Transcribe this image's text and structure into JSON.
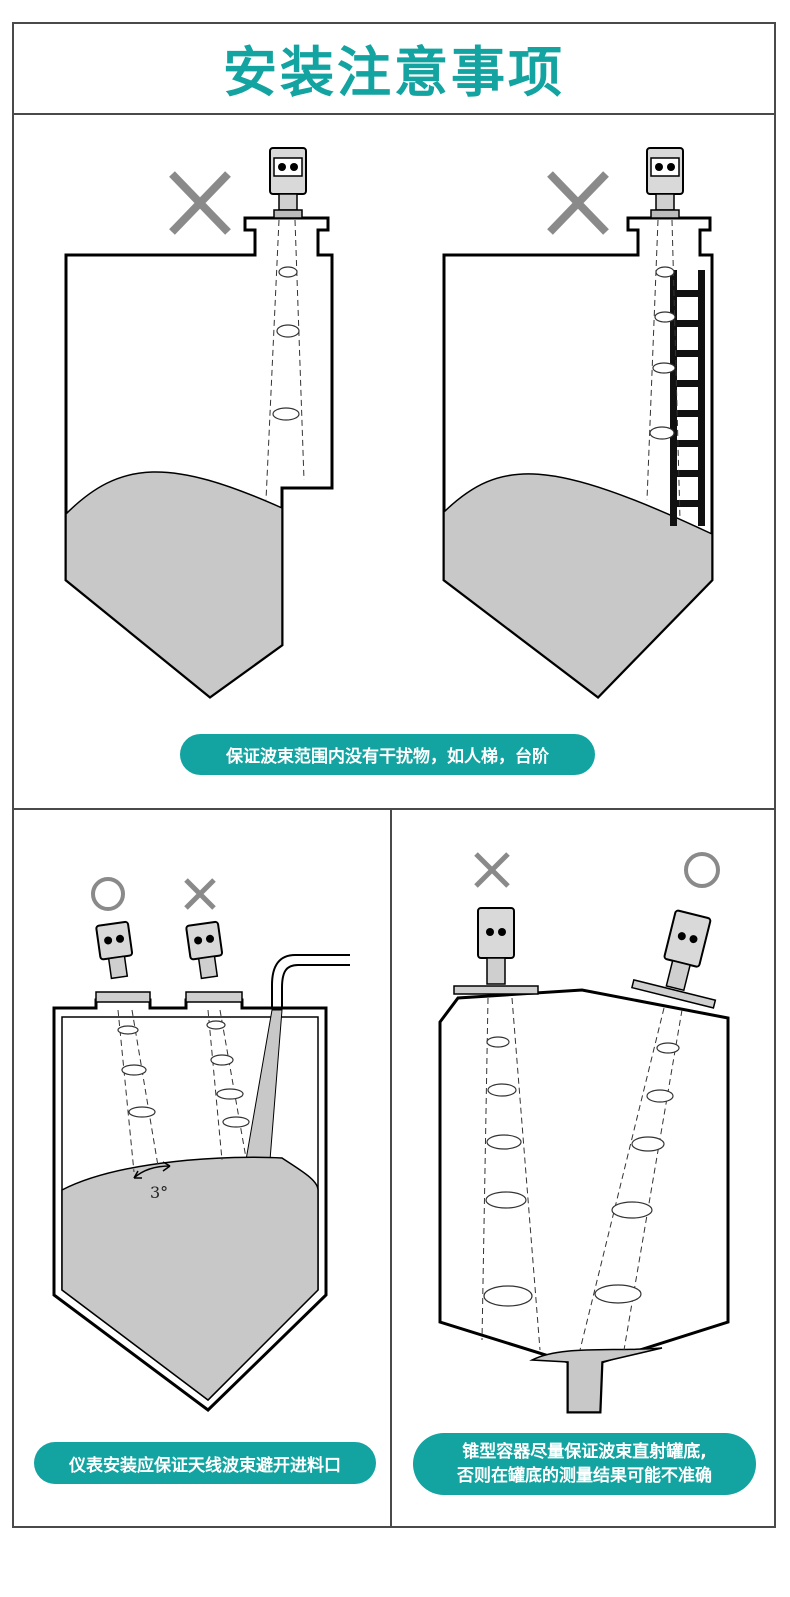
{
  "title": "安装注意事项",
  "captions": {
    "top": "保证波束范围内没有干扰物，如人梯，台阶",
    "bottom_left": "仪表安装应保证天线波束避开进料口",
    "bottom_right_line1": "锥型容器尽量保证波束直射罐底,",
    "bottom_right_line2": "否则在罐底的测量结果可能不准确"
  },
  "annotations": {
    "angle_label": "3°"
  },
  "marks": {
    "wrong": "cross-mark-icon",
    "right": "circle-mark-icon"
  },
  "colors": {
    "accent": "#13a3a0",
    "material": "#c8c8c8",
    "mark": "#8a8a8a"
  }
}
